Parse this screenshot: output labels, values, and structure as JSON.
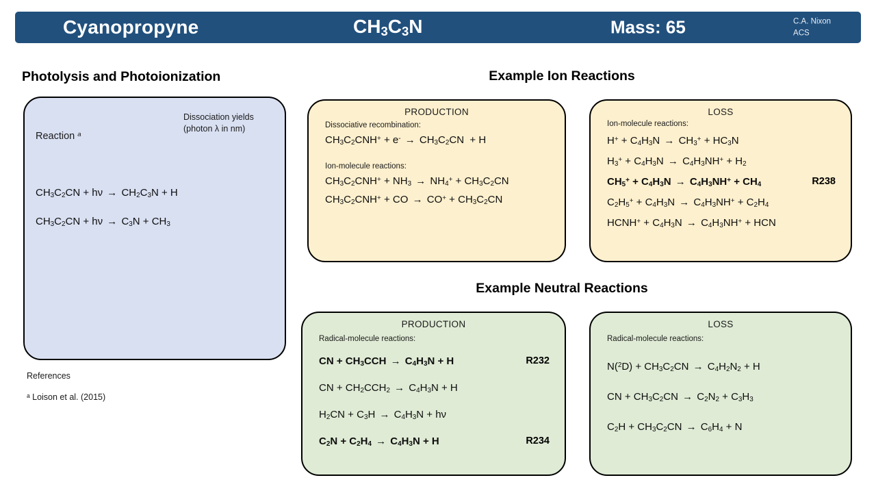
{
  "header": {
    "title": "Cyanopropyne",
    "formula_html": "CH<sub>3</sub>C<sub>3</sub>N",
    "formula_text": "CH3C3N",
    "mass_label": "Mass: 65",
    "mass_value": 65,
    "credit_line1": "C.A. Nixon",
    "credit_line2": "ACS",
    "bar_color": "#21507D",
    "text_color": "#FFFFFF"
  },
  "sections": {
    "photolysis_heading": "Photolysis and Photoionization",
    "ion_heading": "Example Ion Reactions",
    "neutral_heading": "Example Neutral Reactions"
  },
  "photolysis": {
    "box_color": "#D9E0F2",
    "reaction_column_label_html": "Reaction <sup><i>a</i></sup>",
    "yield_note_line1": "Dissociation yields",
    "yield_note_line2": "(photon λ in nm)",
    "reactions": [
      "CH<sub>3</sub>C<sub>2</sub>CN + hν <span class=\"arrow\">→</span> CH<sub>2</sub>C<sub>3</sub>N + H",
      "CH<sub>3</sub>C<sub>2</sub>CN + hν <span class=\"arrow\">→</span> C<sub>3</sub>N + CH<sub>3</sub>"
    ],
    "reactions_text": [
      "CH3C2CN + hv -> CH2C3N + H",
      "CH3C2CN + hv -> C3N + CH3"
    ]
  },
  "references": {
    "title": "References",
    "items": [
      "ᵃ Loison et al.  (2015)"
    ]
  },
  "ion_production": {
    "box_color": "#FDF0CE",
    "title": "PRODUCTION",
    "groups": [
      {
        "label": "Dissociative recombination:",
        "reactions": [
          {
            "html": "CH<sub>3</sub>C<sub>2</sub>CNH<sup>+</sup> + e<sup>-</sup> <span class=\"arrow\">→</span> CH<sub>3</sub>C<sub>2</sub>CN&nbsp; + H",
            "text": "CH3C2CNH+ + e- -> CH3C2CN + H",
            "bold": false,
            "tag": ""
          }
        ]
      },
      {
        "label": "Ion-molecule reactions:",
        "reactions": [
          {
            "html": "CH<sub>3</sub>C<sub>2</sub>CNH<sup>+</sup> + NH<sub>3</sub> <span class=\"arrow\">→</span> NH<sub>4</sub><sup>+</sup> + CH<sub>3</sub>C<sub>2</sub>CN",
            "text": "CH3C2CNH+ + NH3 -> NH4+ + CH3C2CN",
            "bold": false,
            "tag": ""
          },
          {
            "html": "CH<sub>3</sub>C<sub>2</sub>CNH<sup>+</sup> + CO <span class=\"arrow\">→</span> CO<sup>+</sup> + CH<sub>3</sub>C<sub>2</sub>CN",
            "text": "CH3C2CNH+ + CO -> CO+ + CH3C2CN",
            "bold": false,
            "tag": ""
          }
        ]
      }
    ]
  },
  "ion_loss": {
    "box_color": "#FDF0CE",
    "title": "LOSS",
    "groups": [
      {
        "label": "Ion-molecule reactions:",
        "reactions": [
          {
            "html": "H<sup>+</sup> + C<sub>4</sub>H<sub>3</sub>N <span class=\"arrow\">→</span> CH<sub>3</sub><sup>+</sup> + HC<sub>3</sub>N",
            "text": "H+ + C4H3N -> CH3+ + HC3N",
            "bold": false,
            "tag": ""
          },
          {
            "html": "H<sub>3</sub><sup>+</sup> + C<sub>4</sub>H<sub>3</sub>N <span class=\"arrow\">→</span> C<sub>4</sub>H<sub>3</sub>NH<sup>+</sup> + H<sub>2</sub>",
            "text": "H3+ + C4H3N -> C4H3NH+ + H2",
            "bold": false,
            "tag": ""
          },
          {
            "html": "CH<sub>5</sub><sup>+</sup> + C<sub>4</sub>H<sub>3</sub>N <span class=\"arrow\">→</span> C<sub>4</sub>H<sub>3</sub>NH<sup>+</sup> + CH<sub>4</sub>",
            "text": "CH5+ + C4H3N -> C4H3NH+ + CH4",
            "bold": true,
            "tag": "R238"
          },
          {
            "html": "C<sub>2</sub>H<sub>5</sub><sup>+</sup> + C<sub>4</sub>H<sub>3</sub>N <span class=\"arrow\">→</span> C<sub>4</sub>H<sub>3</sub>NH<sup>+</sup> + C<sub>2</sub>H<sub>4</sub>",
            "text": "C2H5+ + C4H3N -> C4H3NH+ + C2H4",
            "bold": false,
            "tag": ""
          },
          {
            "html": "HCNH<sup>+</sup> + C<sub>4</sub>H<sub>3</sub>N <span class=\"arrow\">→</span> C<sub>4</sub>H<sub>3</sub>NH<sup>+</sup> + HCN",
            "text": "HCNH+ + C4H3N -> C4H3NH+ + HCN",
            "bold": false,
            "tag": ""
          }
        ]
      }
    ]
  },
  "neutral_production": {
    "box_color": "#DFEBD5",
    "title": "PRODUCTION",
    "groups": [
      {
        "label": "Radical-molecule reactions:",
        "reactions": [
          {
            "html": "CN + CH<sub>3</sub>CCH <span class=\"arrow\">→</span> C<sub>4</sub>H<sub>3</sub>N + H",
            "text": "CN + CH3CCH -> C4H3N + H",
            "bold": true,
            "tag": "R232"
          },
          {
            "html": "CN + CH<sub>2</sub>CCH<sub>2</sub> <span class=\"arrow\">→</span> C<sub>4</sub>H<sub>3</sub>N + H",
            "text": "CN + CH2CCH2 -> C4H3N + H",
            "bold": false,
            "tag": ""
          },
          {
            "html": "H<sub>2</sub>CN + C<sub>3</sub>H <span class=\"arrow\">→</span> C<sub>4</sub>H<sub>3</sub>N + hν",
            "text": "H2CN + C3H -> C4H3N + hv",
            "bold": false,
            "tag": ""
          },
          {
            "html": "C<sub>2</sub>N + C<sub>2</sub>H<sub>4</sub> <span class=\"arrow\">→</span> C<sub>4</sub>H<sub>3</sub>N + H",
            "text": "C2N + C2H4 -> C4H3N + H",
            "bold": true,
            "tag": "R234"
          }
        ]
      }
    ]
  },
  "neutral_loss": {
    "box_color": "#DFEBD5",
    "title": "LOSS",
    "groups": [
      {
        "label": "Radical-molecule reactions:",
        "reactions": [
          {
            "html": "N(<sup>2</sup>D) + CH<sub>3</sub>C<sub>2</sub>CN <span class=\"arrow\">→</span> C<sub>4</sub>H<sub>2</sub>N<sub>2</sub> + H",
            "text": "N(2D) + CH3C2CN -> C4H2N2 + H",
            "bold": false,
            "tag": ""
          },
          {
            "html": "CN + CH<sub>3</sub>C<sub>2</sub>CN <span class=\"arrow\">→</span> C<sub>2</sub>N<sub>2</sub> + C<sub>3</sub>H<sub>3</sub>",
            "text": "CN + CH3C2CN -> C2N2 + C3H3",
            "bold": false,
            "tag": ""
          },
          {
            "html": "C<sub>2</sub>H + CH<sub>3</sub>C<sub>2</sub>CN <span class=\"arrow\">→</span> C<sub>6</sub>H<sub>4</sub> + N",
            "text": "C2H + CH3C2CN -> C6H4 + N",
            "bold": false,
            "tag": ""
          }
        ]
      }
    ]
  }
}
